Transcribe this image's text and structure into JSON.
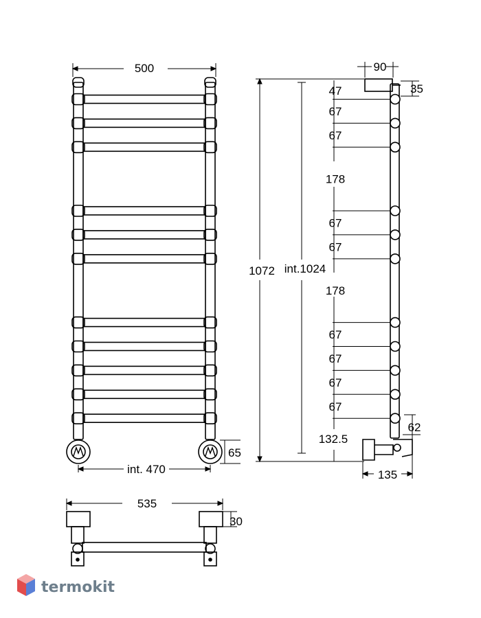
{
  "front_view": {
    "width_label": "500",
    "int_width_label": "int. 470",
    "valve_height_label": "65"
  },
  "side_view": {
    "depth_top_label": "90",
    "top_offset_label": "35",
    "total_height_label": "1072",
    "int_height_label": "int.1024",
    "spacings": [
      "47",
      "67",
      "67",
      "178",
      "67",
      "67",
      "178",
      "67",
      "67",
      "67",
      "67"
    ],
    "bottom_spacing_label": "132.5",
    "valve_offset_label": "62",
    "depth_bottom_label": "135"
  },
  "bottom_view": {
    "width_label": "535",
    "bracket_label": "30"
  },
  "logo": {
    "text": "termokit",
    "colors": {
      "top": "#f4a6a6",
      "left": "#e24d4d",
      "right": "#5a7fd6"
    }
  }
}
